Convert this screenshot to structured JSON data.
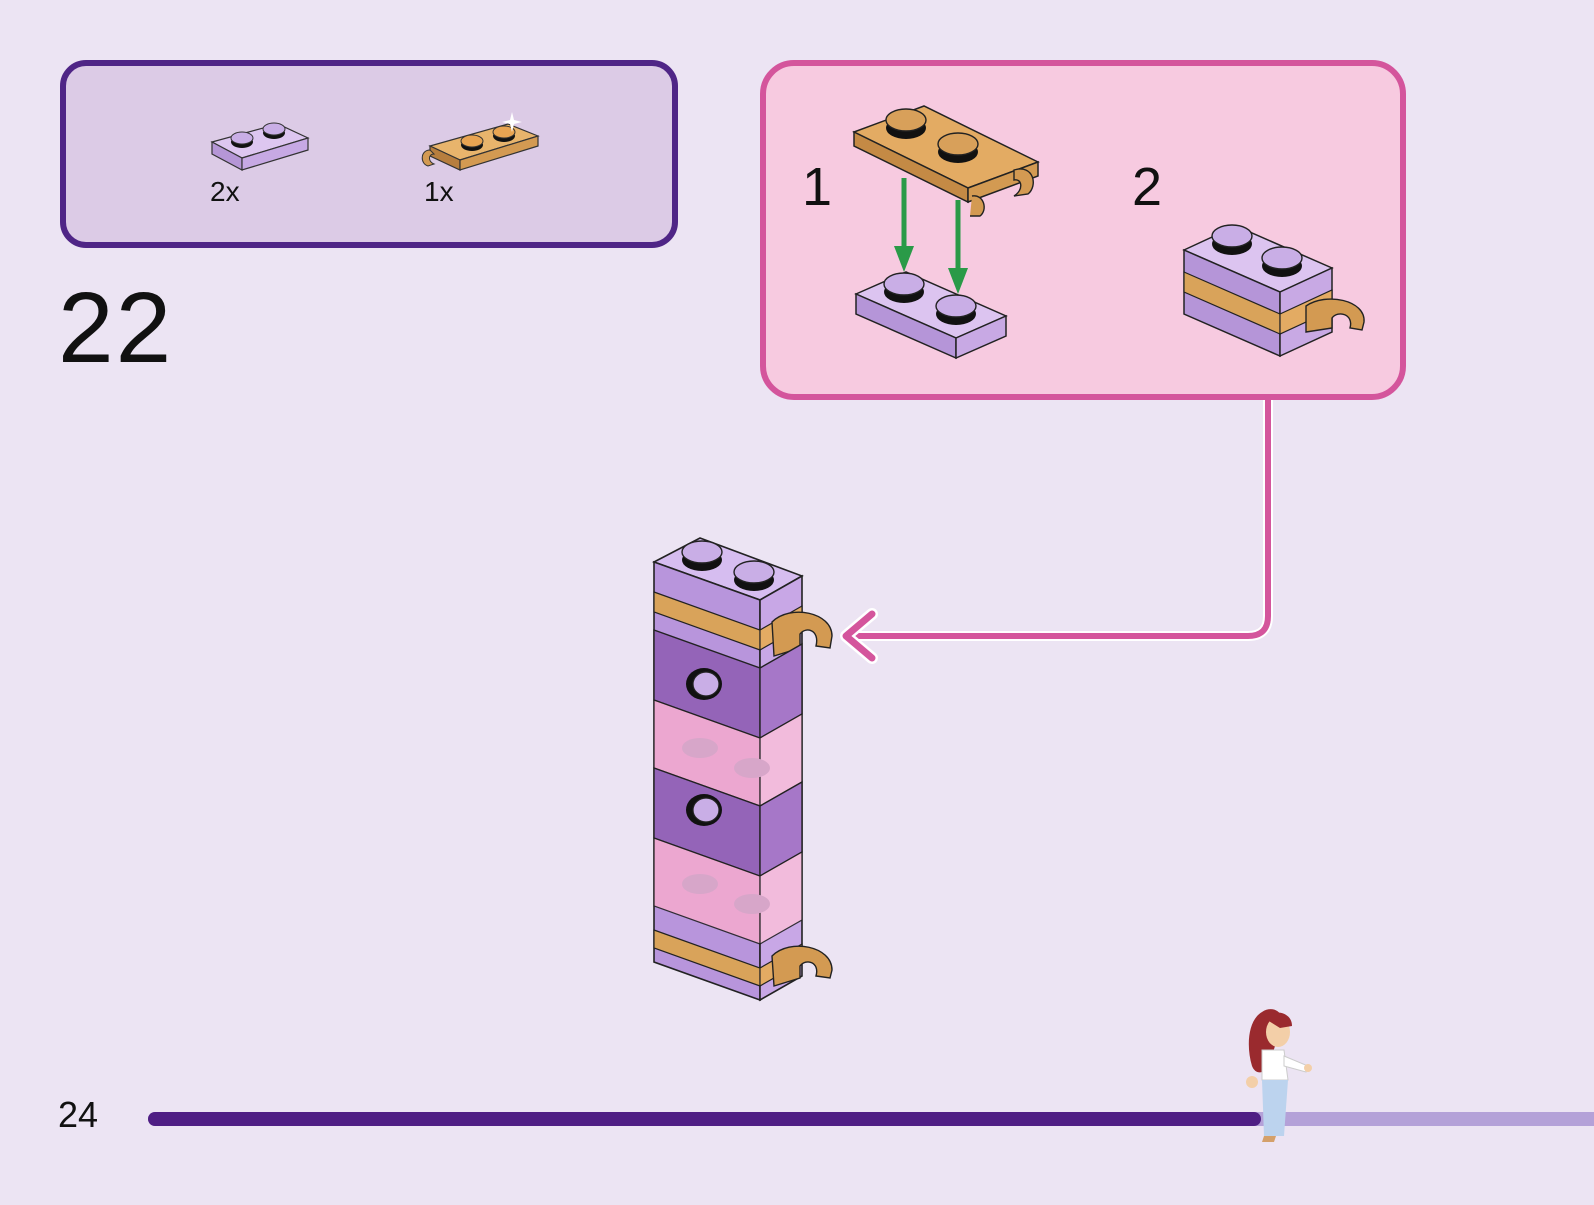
{
  "step": {
    "number": "22"
  },
  "page": {
    "number": "24"
  },
  "parts": [
    {
      "name": "lavender-plate-1x2",
      "qty": "2x",
      "color": "#cdb1e6"
    },
    {
      "name": "tan-plate-1x2-with-clip",
      "qty": "1x",
      "color": "#d8a05a"
    }
  ],
  "substeps": [
    {
      "label": "1"
    },
    {
      "label": "2"
    }
  ],
  "progress": {
    "fraction": 0.77
  },
  "colors": {
    "background": "#ece4f3",
    "parts_border": "#4f2586",
    "parts_fill": "#dccbe6",
    "sub_border": "#d4559c",
    "sub_fill": "#f7cae0",
    "arrow_green": "#2a9a48",
    "progress_done": "#4f1e84",
    "progress_remaining": "#b4a1d8"
  }
}
